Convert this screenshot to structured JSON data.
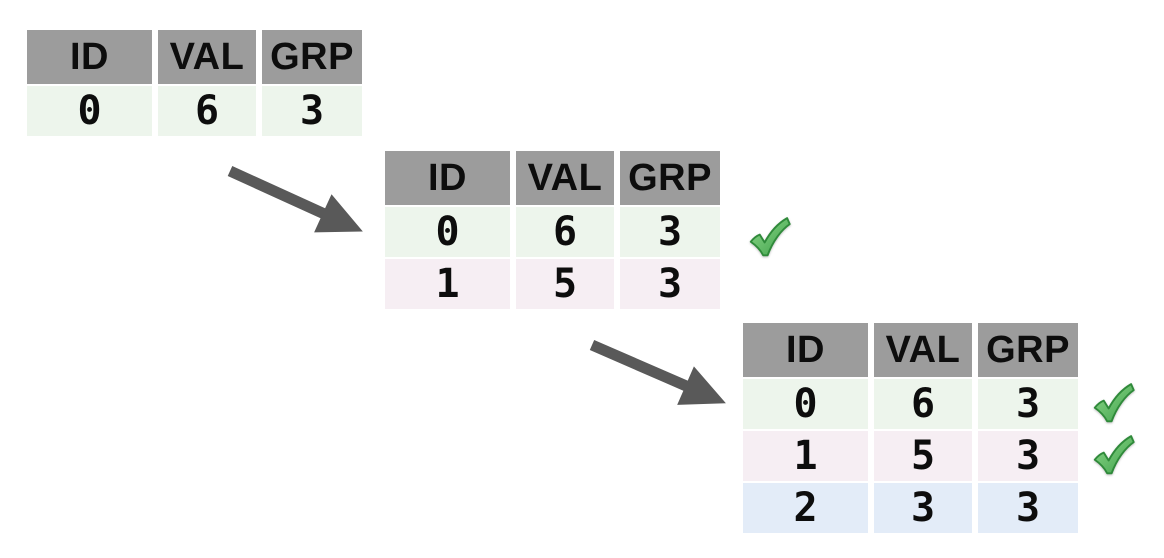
{
  "colors": {
    "background": "#ffffff",
    "header_bg": "#9c9c9c",
    "row_green": "#edf5ec",
    "row_pink": "#f6eef3",
    "row_blue": "#e3ecf8",
    "arrow": "#595959",
    "check_main": "#4fb65a",
    "check_light": "#8fd98a",
    "check_dark": "#2f8a3a",
    "text": "#0d0d0d"
  },
  "icons": {
    "checkmark": "green-check-mark",
    "arrow": "down-right-arrow"
  },
  "tables": [
    {
      "step": 1,
      "headers": [
        "ID",
        "VAL",
        "GRP"
      ],
      "rows": [
        {
          "cells": [
            "0",
            "6",
            "3"
          ],
          "tint": "green",
          "checked": false
        }
      ]
    },
    {
      "step": 2,
      "headers": [
        "ID",
        "VAL",
        "GRP"
      ],
      "rows": [
        {
          "cells": [
            "0",
            "6",
            "3"
          ],
          "tint": "green",
          "checked": true
        },
        {
          "cells": [
            "1",
            "5",
            "3"
          ],
          "tint": "pink",
          "checked": false
        }
      ]
    },
    {
      "step": 3,
      "headers": [
        "ID",
        "VAL",
        "GRP"
      ],
      "rows": [
        {
          "cells": [
            "0",
            "6",
            "3"
          ],
          "tint": "green",
          "checked": true
        },
        {
          "cells": [
            "1",
            "5",
            "3"
          ],
          "tint": "pink",
          "checked": true
        },
        {
          "cells": [
            "2",
            "3",
            "3"
          ],
          "tint": "blue",
          "checked": false
        }
      ]
    }
  ]
}
